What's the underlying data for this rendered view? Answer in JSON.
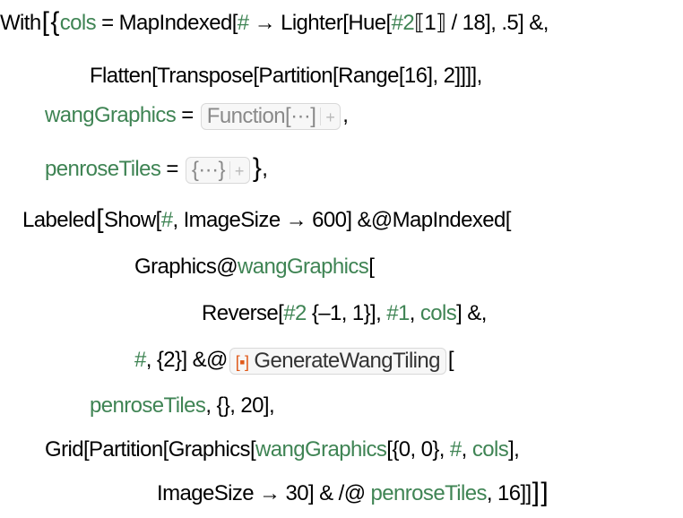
{
  "notebook_input": {
    "lines": [
      [
        {
          "t": "With",
          "c": "k"
        },
        {
          "t": "[",
          "c": "big"
        },
        {
          "t": "{",
          "c": "big"
        },
        {
          "t": "cols",
          "c": "g"
        },
        {
          "t": " = MapIndexed[",
          "c": "k"
        },
        {
          "t": "#",
          "c": "g"
        },
        {
          "t": " → Lighter[Hue[",
          "c": "k"
        },
        {
          "t": "#2",
          "c": "g"
        },
        {
          "t": "⟦1⟧ / 18], .5] &,",
          "c": "k"
        }
      ],
      [
        {
          "t": "Flatten[Transpose[Partition[Range[16], 2]]]],",
          "c": "k"
        }
      ],
      [
        {
          "t": "wangGraphics",
          "c": "g"
        },
        {
          "t": " = ",
          "c": "k"
        },
        {
          "t": "Function[···]",
          "c": "box"
        },
        {
          "t": ",",
          "c": "k"
        }
      ],
      [
        {
          "t": "penroseTiles",
          "c": "g"
        },
        {
          "t": " = ",
          "c": "k"
        },
        {
          "t": "{···}",
          "c": "box"
        },
        {
          "t": "}",
          "c": "big"
        },
        {
          "t": ",",
          "c": "k"
        }
      ],
      [
        {
          "t": "Labeled",
          "c": "k"
        },
        {
          "t": "[",
          "c": "big"
        },
        {
          "t": "Show[",
          "c": "k"
        },
        {
          "t": "#",
          "c": "g"
        },
        {
          "t": ", ImageSize → 600] &@MapIndexed[",
          "c": "k"
        }
      ],
      [
        {
          "t": "Graphics@",
          "c": "k"
        },
        {
          "t": "wangGraphics",
          "c": "g"
        },
        {
          "t": "[",
          "c": "k"
        }
      ],
      [
        {
          "t": "Reverse[",
          "c": "k"
        },
        {
          "t": "#2",
          "c": "g"
        },
        {
          "t": " {–1, 1}], ",
          "c": "k"
        },
        {
          "t": "#1",
          "c": "g"
        },
        {
          "t": ", ",
          "c": "k"
        },
        {
          "t": "cols",
          "c": "g"
        },
        {
          "t": "] &,",
          "c": "k"
        }
      ],
      [
        {
          "t": "#",
          "c": "g"
        },
        {
          "t": ", {2}] &@",
          "c": "k"
        },
        {
          "t": "GenerateWangTiling",
          "c": "res"
        },
        {
          "t": "[",
          "c": "k"
        }
      ],
      [
        {
          "t": "penroseTiles",
          "c": "g"
        },
        {
          "t": ", {}, 20],",
          "c": "k"
        }
      ],
      [
        {
          "t": "Grid[Partition[Graphics[",
          "c": "k"
        },
        {
          "t": "wangGraphics",
          "c": "g"
        },
        {
          "t": "[{0, 0}, ",
          "c": "k"
        },
        {
          "t": "#",
          "c": "g"
        },
        {
          "t": ", ",
          "c": "k"
        },
        {
          "t": "cols",
          "c": "g"
        },
        {
          "t": "],",
          "c": "k"
        }
      ],
      [
        {
          "t": "ImageSize → 30] & /@ ",
          "c": "k"
        },
        {
          "t": "penroseTiles",
          "c": "g"
        },
        {
          "t": ", 16]]",
          "c": "k"
        },
        {
          "t": "]",
          "c": "big"
        },
        {
          "t": "]",
          "c": "big"
        }
      ]
    ],
    "box_plus": "+",
    "resource_icon": "[▪]"
  },
  "colors": {
    "variable": "#3f8454",
    "text": "#000000",
    "resource_icon": "#e05a1a",
    "box_border": "#d9d9d9"
  }
}
